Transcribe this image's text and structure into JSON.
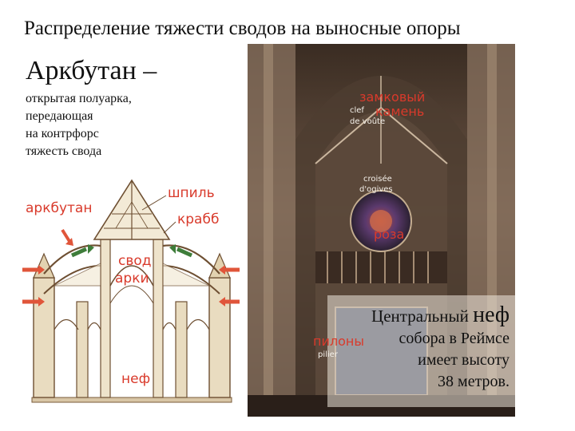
{
  "slide": {
    "title": "Распределение тяжести сводов на выносные опоры",
    "heading": "Аркбутан –",
    "definition_lines": [
      "открытая полуарка,",
      "передающая",
      "на контрфорс",
      "тяжесть свода"
    ]
  },
  "diagram": {
    "labels": {
      "arkbutan": "аркбутан",
      "shpil": "шпиль",
      "krabb": "крабб",
      "svod": "свод",
      "arki": "арки",
      "nef": "неф"
    },
    "colors": {
      "label": "#d93a2b",
      "arrow": "#e0553a",
      "green_arrow": "#3e7d3a"
    }
  },
  "photo": {
    "labels": {
      "zamkovy": "замковый",
      "kamen": "камень",
      "clef": "clef",
      "de_voute": "de voûte",
      "croisee": "croisée",
      "dogives": "d'ogives",
      "roza": "роза",
      "pilony": "пилоны",
      "pilier": "pilier"
    }
  },
  "caption": {
    "line1_prefix": "Центральный",
    "line1_word": "неф",
    "line2": "собора в Реймсе",
    "line3": "имеет высоту",
    "line4": "38 метров."
  }
}
